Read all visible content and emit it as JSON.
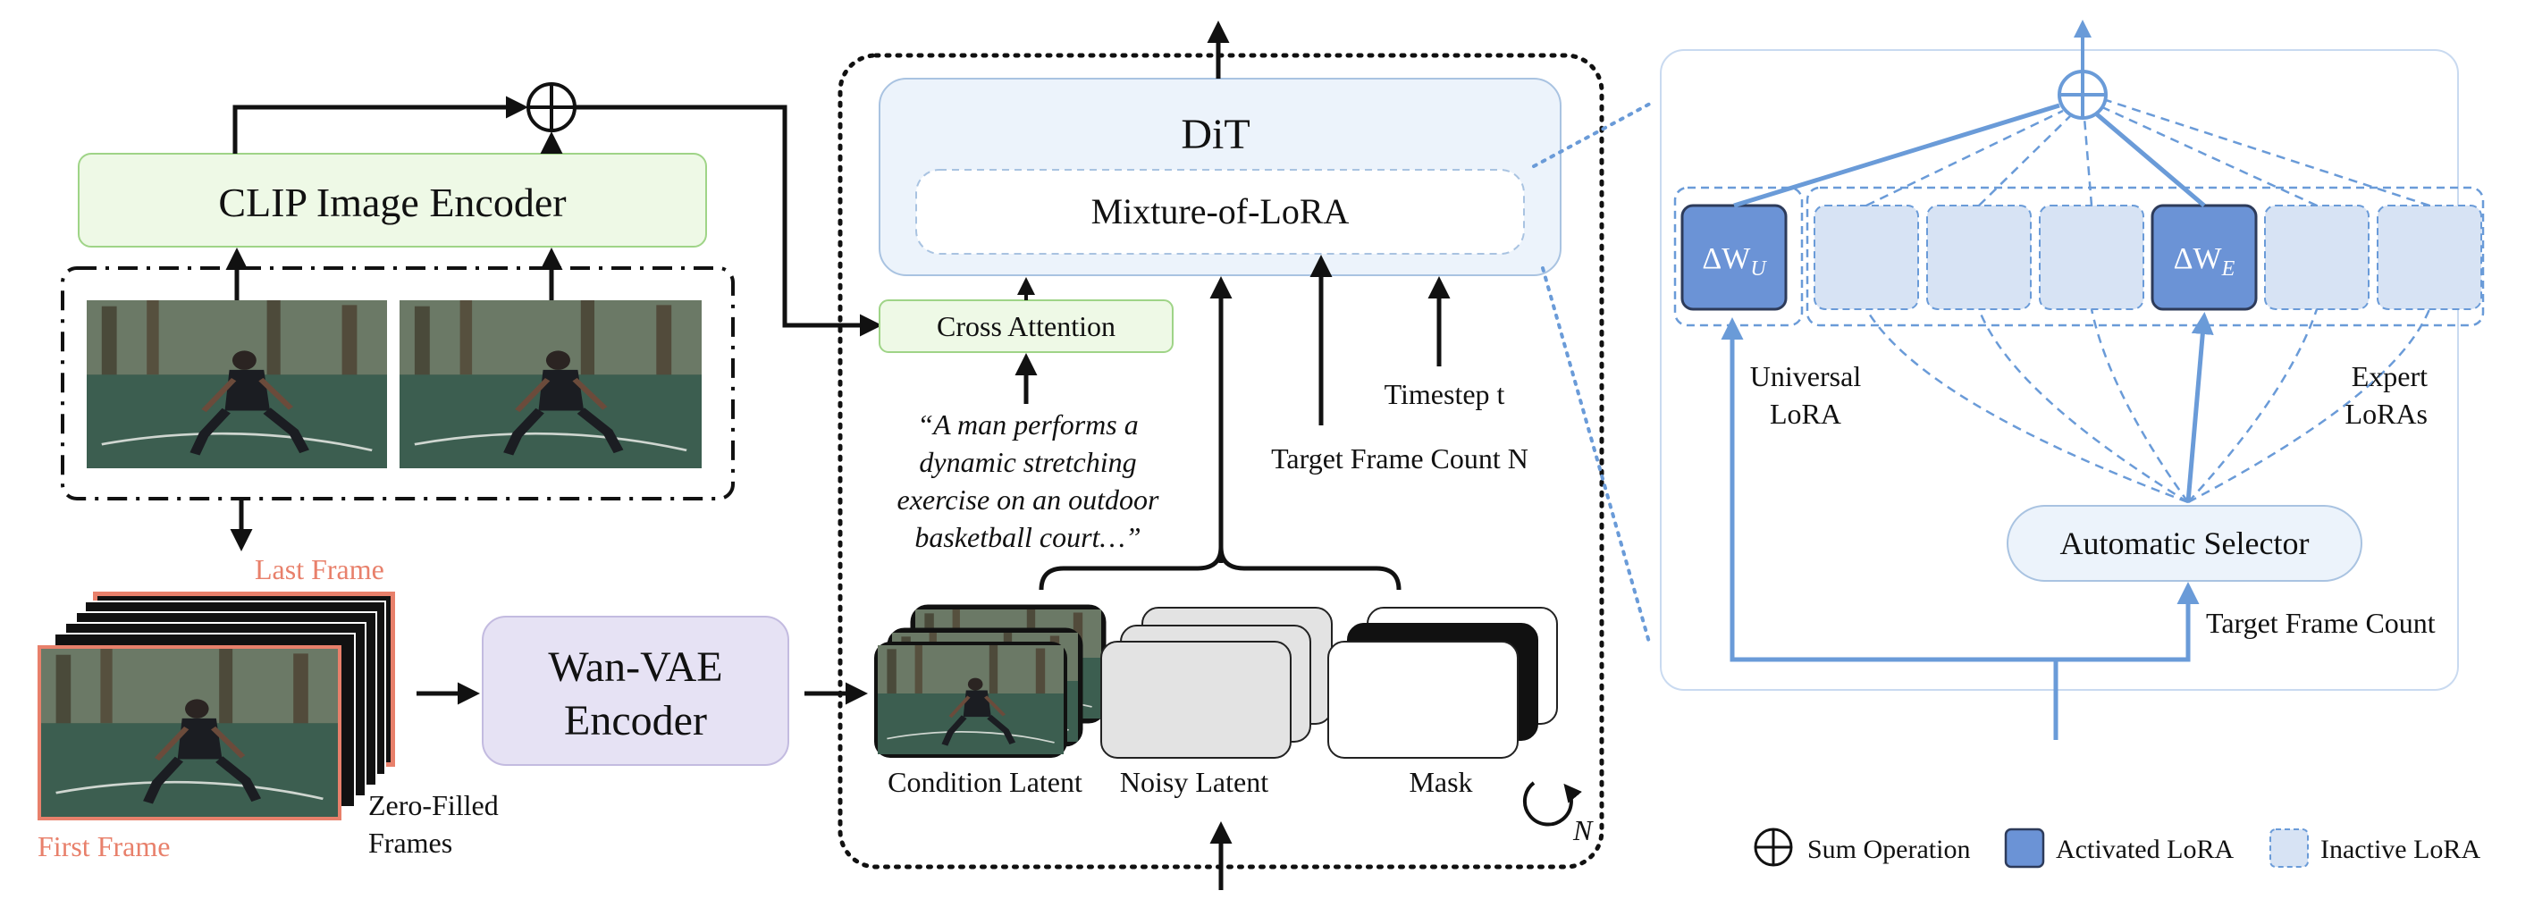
{
  "left_panel": {
    "clip_encoder_label": "CLIP Image Encoder",
    "last_frame_label": "Last Frame",
    "first_frame_label": "First Frame",
    "zero_filled_line1": "Zero-Filled",
    "zero_filled_line2": "Frames",
    "vae_line1": "Wan-VAE",
    "vae_line2": "Encoder"
  },
  "middle_panel": {
    "dit_label": "DiT",
    "mixture_lora_label": "Mixture-of-LoRA",
    "cross_attention_label": "Cross Attention",
    "prompt_lines": [
      "“A man performs a",
      "dynamic stretching",
      "exercise on an outdoor",
      "basketball court…”"
    ],
    "timestep_label": "Timestep t",
    "target_frame_count_label": "Target Frame Count N",
    "condition_latent_label": "Condition Latent",
    "noisy_latent_label": "Noisy Latent",
    "mask_label": "Mask",
    "loop_label": "N"
  },
  "right_panel": {
    "universal_line1": "Universal",
    "universal_line2": "LoRA",
    "expert_line1": "Expert",
    "expert_line2": "LoRAs",
    "selector_label": "Automatic Selector",
    "target_frame_count_label": "Target Frame Count",
    "delta_wu_base": "ΔW",
    "delta_wu_sub": "U",
    "delta_we_base": "ΔW",
    "delta_we_sub": "E"
  },
  "legend": {
    "sum_label": "Sum Operation",
    "activated_label": "Activated LoRA",
    "inactive_label": "Inactive LoRA"
  },
  "colors": {
    "clip_fill": "#eef9e6",
    "clip_stroke": "#9fd487",
    "vae_fill": "#e6e2f4",
    "vae_stroke": "#c3bbe0",
    "dit_fill": "#ecf3fb",
    "dit_stroke": "#a9c3e1",
    "lora_active": "#6b93d6",
    "lora_inactive": "#d7e3f4",
    "lora_blue": "#6a9bd8",
    "frame_red": "#e8806b",
    "court_green": "#3d5b4c"
  }
}
